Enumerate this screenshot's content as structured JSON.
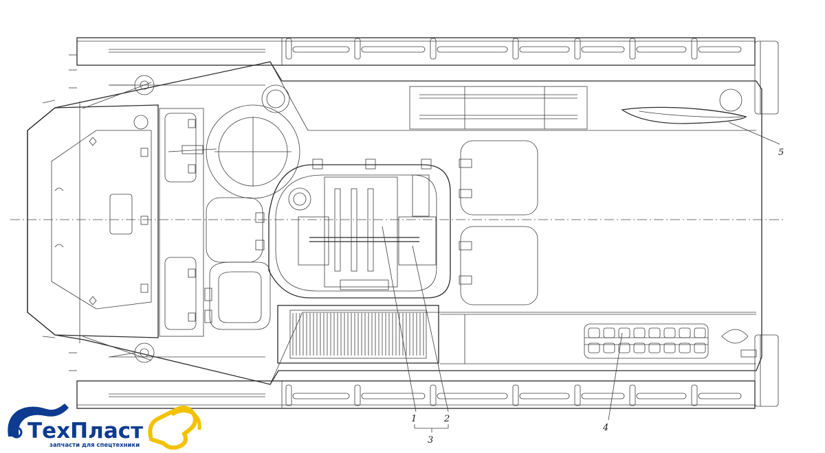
{
  "callouts": [
    {
      "id": "1",
      "label": "1"
    },
    {
      "id": "2",
      "label": "2"
    },
    {
      "id": "3",
      "label": "3"
    },
    {
      "id": "4",
      "label": "4"
    },
    {
      "id": "5",
      "label": "5"
    }
  ],
  "logo": {
    "name": "ТехПласт",
    "tagline": "запчасти для спецтехники",
    "colors": {
      "blue": "#0d3b8f",
      "yellow": "#f2c200"
    }
  },
  "icons": [
    "excavator-icon",
    "track-links-icon",
    "radiator-grille-icon"
  ]
}
